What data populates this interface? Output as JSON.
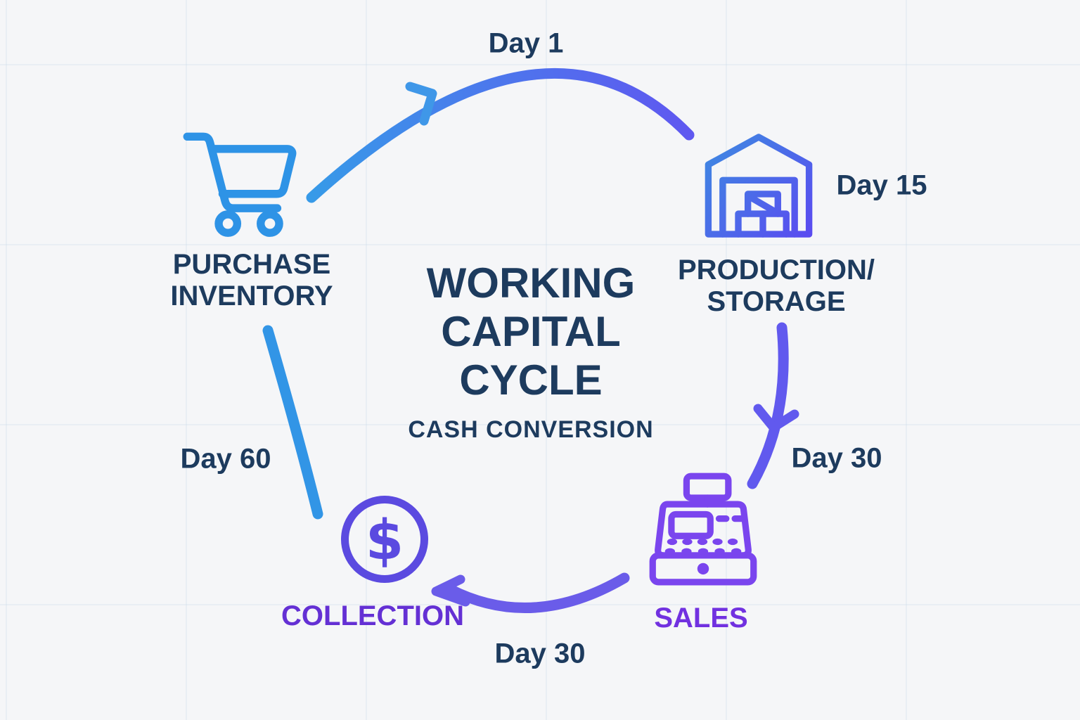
{
  "diagram": {
    "title_line1": "WORKING",
    "title_line2": "CAPITAL",
    "title_line3": "CYCLE",
    "subtitle": "CASH CONVERSION"
  },
  "stages": {
    "purchase": {
      "line1": "PURCHASE",
      "line2": "INVENTORY",
      "icon": "shopping-cart-icon"
    },
    "production": {
      "line1": "PRODUCTION/",
      "line2": "STORAGE",
      "icon": "warehouse-icon"
    },
    "sales": {
      "label": "SALES",
      "icon": "cash-register-icon"
    },
    "collection": {
      "label": "COLLECTION",
      "icon": "dollar-coin-icon",
      "dollar_sign": "$"
    }
  },
  "milestones": {
    "top": "Day 1",
    "production_side": "Day 15",
    "right": "Day 30",
    "bottom": "Day 30",
    "left": "Day 60"
  },
  "colors": {
    "background": "#f5f6f8",
    "navy_text": "#1d3b5e",
    "cart_blue": "#2e93e6",
    "warehouse_gradient_start": "#3f87e2",
    "warehouse_gradient_end": "#5a4bf0",
    "register_purple": "#7a45ee",
    "coin_indigo": "#5b4ae0",
    "sales_label": "#7131e0",
    "collection_label": "#6430d4",
    "arc_top_start": "#379ae8",
    "arc_top_end": "#5f58f0",
    "arc_right": "#6159ee",
    "arc_bottom": "#6a5ce9",
    "arc_left": "#3295e6"
  }
}
